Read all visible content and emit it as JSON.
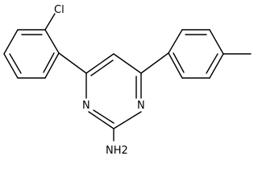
{
  "molecule": {
    "atoms": {
      "cl": "Cl",
      "n1": "N",
      "n2": "N",
      "nh2": "NH2"
    }
  }
}
